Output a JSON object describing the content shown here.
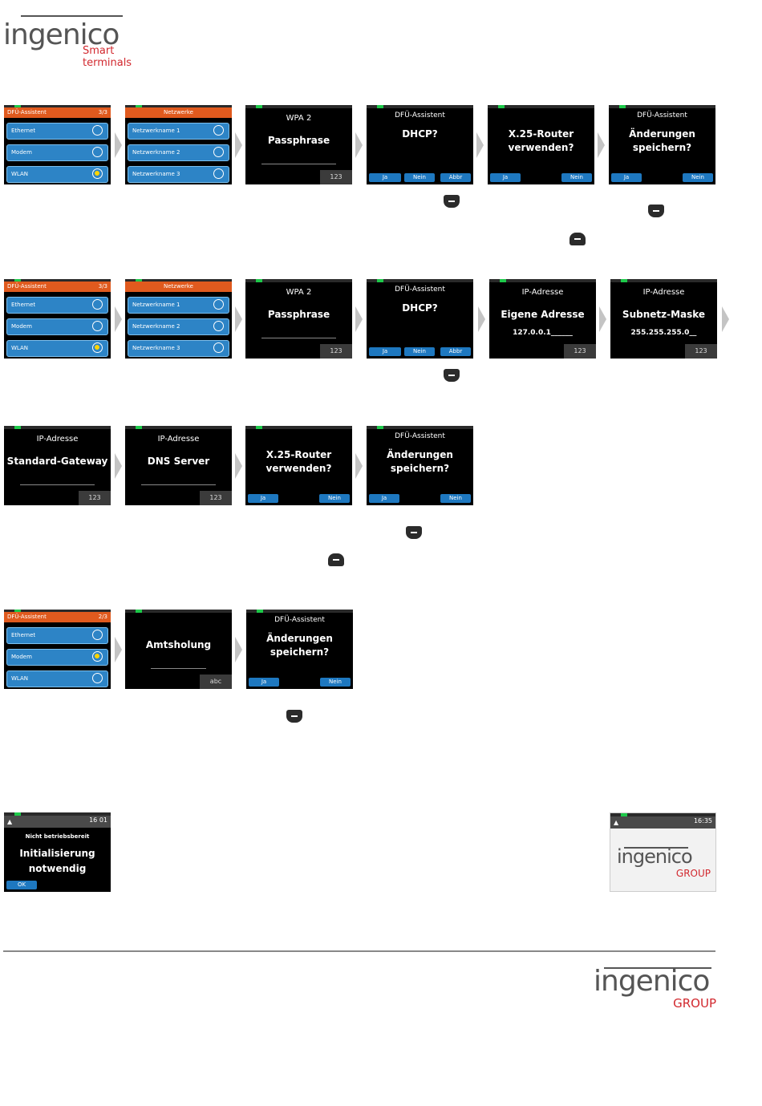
{
  "header_logo": {
    "word": "ingenico",
    "line1": "Smart",
    "line2": "terminals"
  },
  "footer_logo": {
    "word": "ingenico",
    "group": "GROUP"
  },
  "labels": {
    "dfu": "DFÜ-Assistent",
    "netzwerke": "Netzwerke",
    "ethernet": "Ethernet",
    "modem": "Modem",
    "wlan": "WLAN",
    "nw1": "Netzwerkname 1",
    "nw2": "Netzwerkname 2",
    "nw3": "Netzwerkname 3",
    "wpa2": "WPA 2",
    "passphrase": "Passphrase",
    "dhcp": "DHCP?",
    "x25_l1": "X.25-Router",
    "x25_l2": "verwenden?",
    "save_l1": "Änderungen",
    "save_l2": "speichern?",
    "ipadresse": "IP-Adresse",
    "eigene": "Eigene Adresse",
    "eigene_val": "127.0.0.1______",
    "subnetz": "Subnetz-Maske",
    "subnetz_val": "255.255.255.0__",
    "gateway": "Standard-Gateway",
    "dns": "DNS Server",
    "amtsholung": "Amtsholung",
    "num": "123",
    "abc": "abc",
    "ja": "Ja",
    "nein": "Nein",
    "abbr": "Abbr",
    "ok": "OK",
    "page33": "3/3",
    "page23": "2/3",
    "nicht": "Nicht betriebsbereit",
    "init_l1": "Initialisierung",
    "init_l2": "notwendig",
    "time1": "16 01",
    "time2": "16:35",
    "boot_word": "ingenico",
    "boot_group": "GROUP"
  }
}
